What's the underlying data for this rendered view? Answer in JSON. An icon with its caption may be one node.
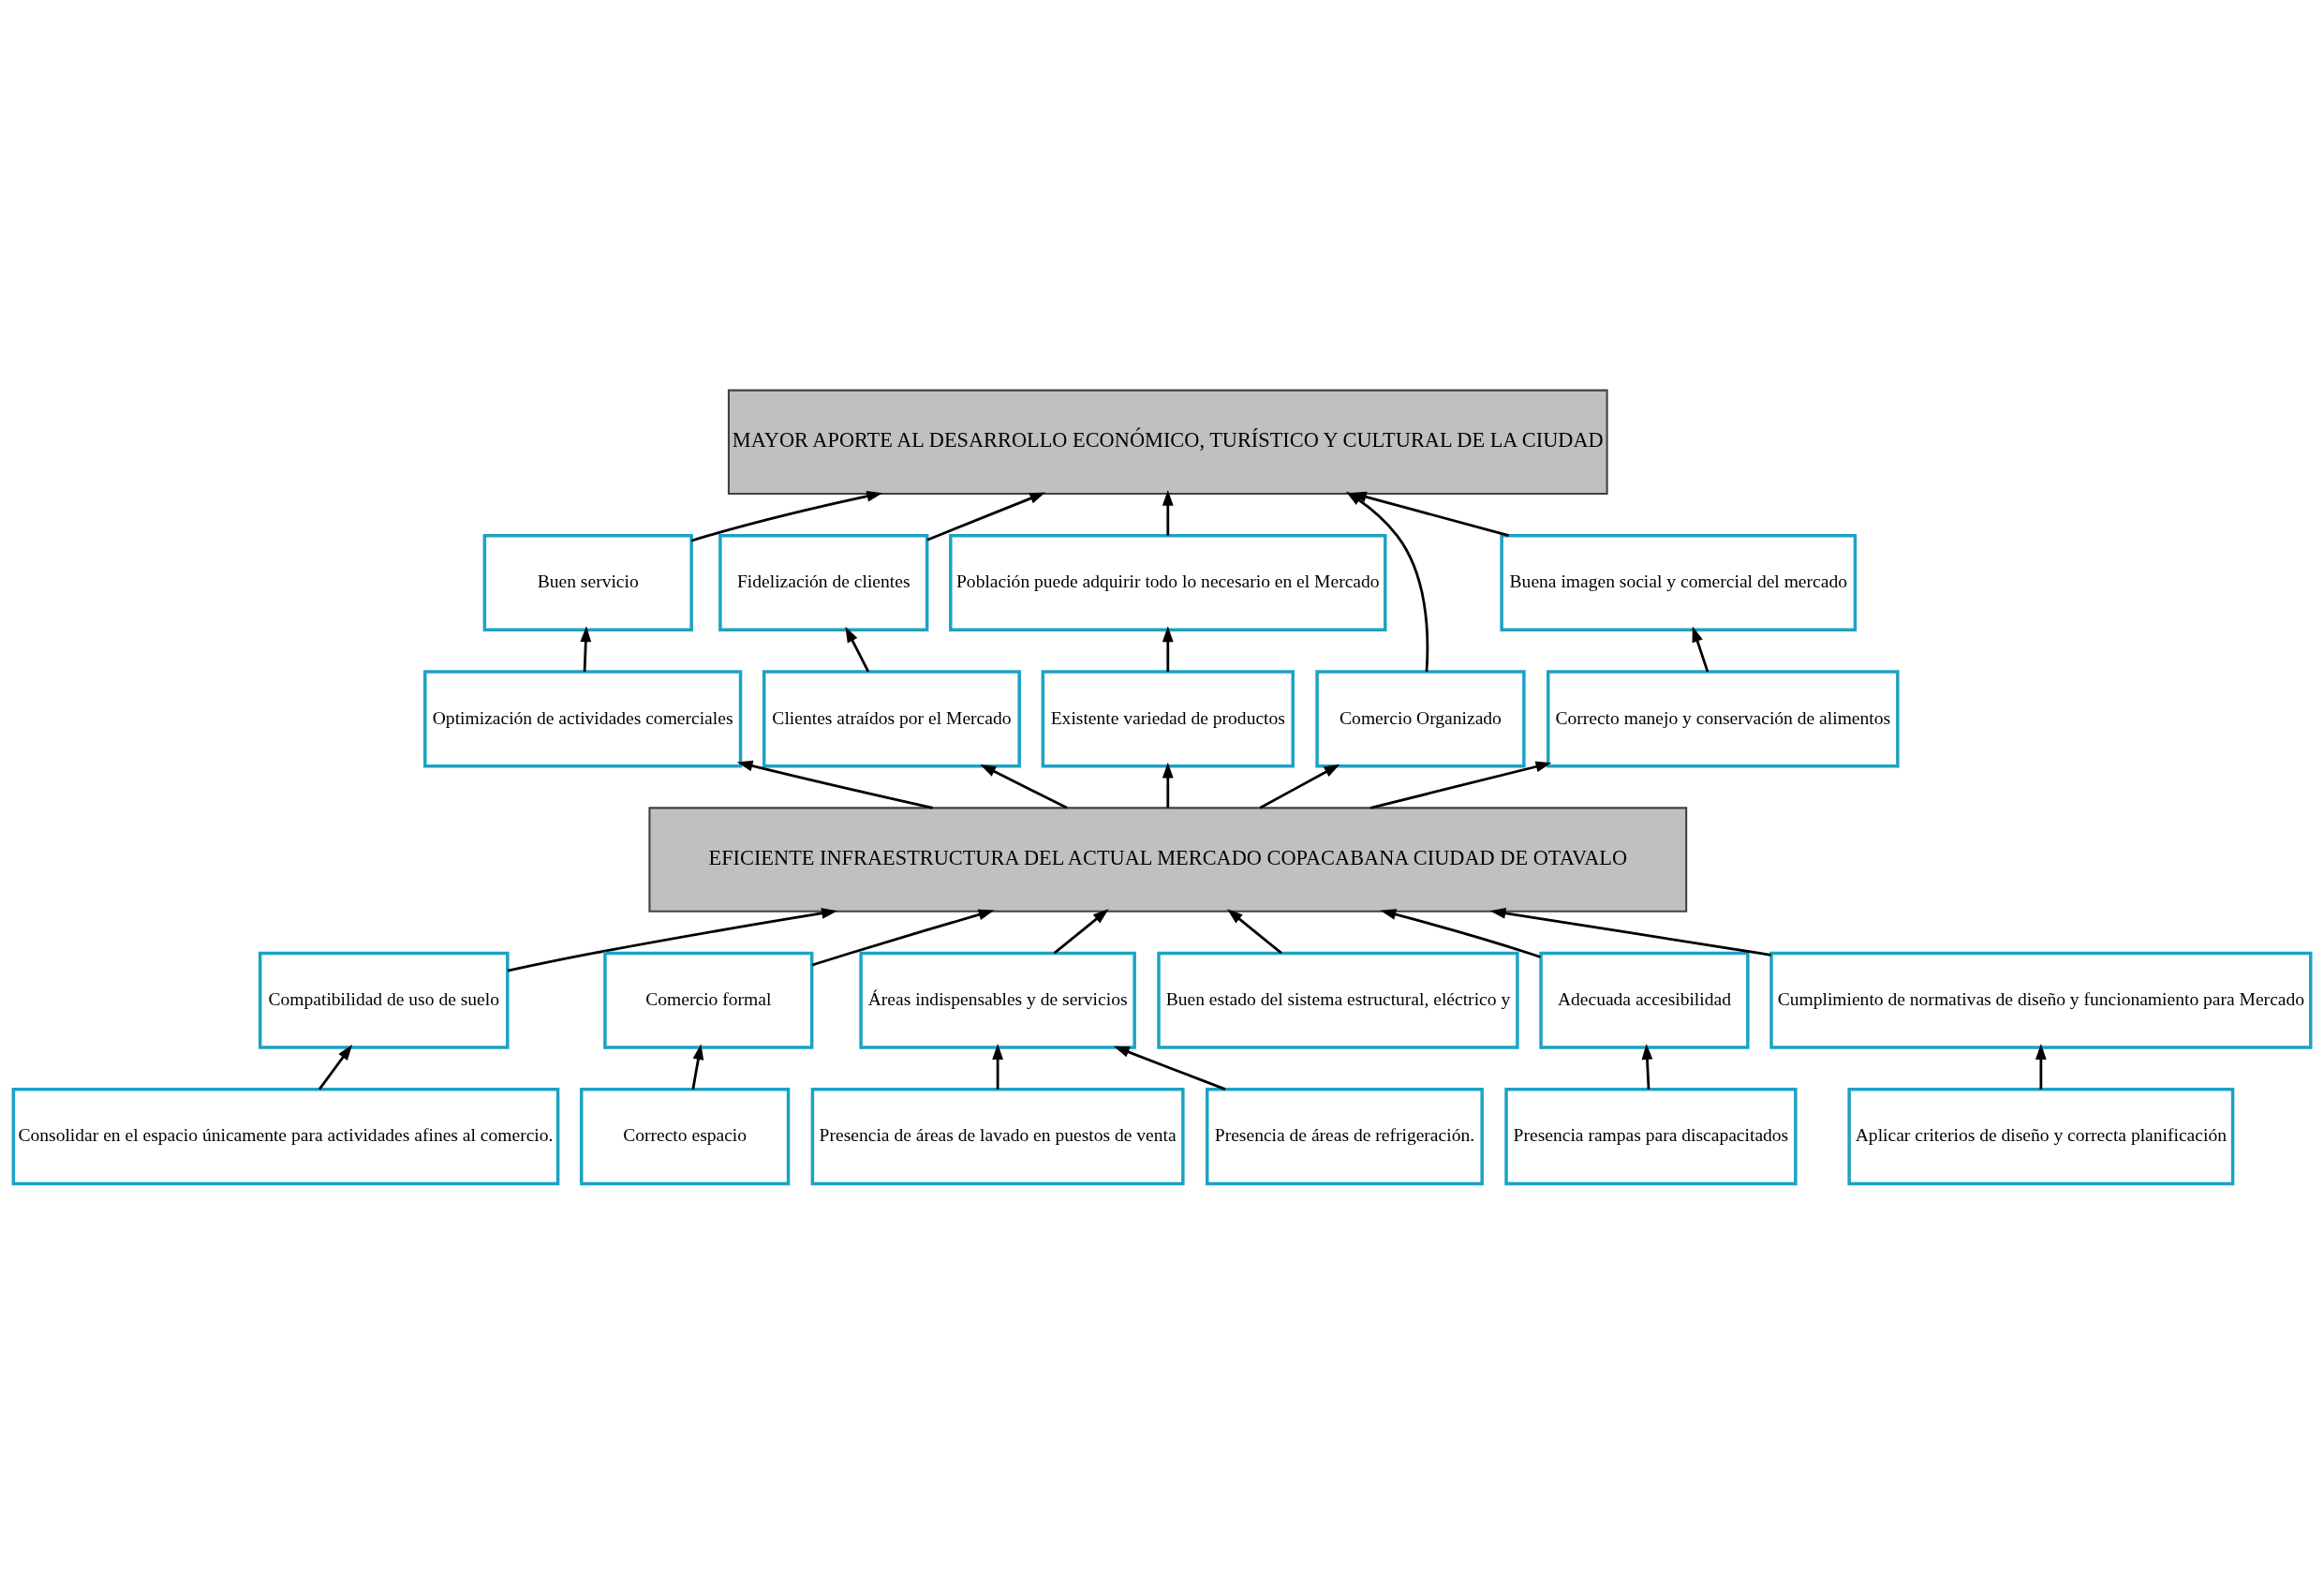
{
  "diagram": {
    "nodes": [
      {
        "text": [
          "MAYOR APORTE AL DESARROLLO ECONÓMICO, TURÍSTICO Y CULTURAL DE LA CIUDAD"
        ]
      },
      {
        "text": [
          "Buen servicio"
        ]
      },
      {
        "text": [
          "Fidelización de clientes"
        ]
      },
      {
        "text": [
          "Población puede adquirir todo lo necesario en el Mercado"
        ]
      },
      {
        "text": [
          "Buena imagen social y comercial del mercado"
        ]
      },
      {
        "text": [
          "Optimización de actividades comerciales"
        ]
      },
      {
        "text": [
          "Clientes atraídos por el Mercado"
        ]
      },
      {
        "text": [
          "Existente variedad de productos"
        ]
      },
      {
        "text": [
          "Comercio Organizado"
        ]
      },
      {
        "text": [
          "Correcto manejo y conservación de alimentos"
        ]
      },
      {
        "text": [
          "EFICIENTE INFRAESTRUCTURA DEL ACTUAL MERCADO COPACABANA CIUDAD DE OTAVALO"
        ]
      },
      {
        "text": [
          "Compatibilidad de uso de suelo"
        ]
      },
      {
        "text": [
          "Comercio formal"
        ]
      },
      {
        "text": [
          "Áreas indispensables y de servicios"
        ]
      },
      {
        "text": [
          "Buen estado del sistema estructural, eléctrico y"
        ]
      },
      {
        "text": [
          "Adecuada accesibilidad"
        ]
      },
      {
        "text": [
          "Cumplimiento de normativas de diseño y funcionamiento para Mercado"
        ]
      },
      {
        "text": [
          "Consolidar en el espacio únicamente para actividades afines al comercio."
        ]
      },
      {
        "text": [
          "Correcto espacio"
        ]
      },
      {
        "text": [
          "Presencia de áreas de lavado en puestos de venta"
        ]
      },
      {
        "text": [
          "Presencia de áreas de refrigeración."
        ]
      },
      {
        "text": [
          "Presencia rampas para discapacitados"
        ]
      },
      {
        "text": [
          "Aplicar criterios de diseño y correcta planificación"
        ]
      }
    ],
    "edges": [
      {
        "from": 1,
        "to": 0,
        "arrow": "to"
      },
      {
        "from": 2,
        "to": 0,
        "arrow": "to"
      },
      {
        "from": 3,
        "to": 0,
        "arrow": "to"
      },
      {
        "from": 8,
        "to": 0,
        "arrow": "to"
      },
      {
        "from": 4,
        "to": 0,
        "arrow": "to"
      },
      {
        "from": 5,
        "to": 1,
        "arrow": "to"
      },
      {
        "from": 6,
        "to": 2,
        "arrow": "to"
      },
      {
        "from": 7,
        "to": 3,
        "arrow": "to"
      },
      {
        "from": 9,
        "to": 4,
        "arrow": "to"
      },
      {
        "from": 10,
        "to": 5,
        "arrow": "to"
      },
      {
        "from": 10,
        "to": 6,
        "arrow": "to"
      },
      {
        "from": 10,
        "to": 7,
        "arrow": "to"
      },
      {
        "from": 10,
        "to": 8,
        "arrow": "to"
      },
      {
        "from": 10,
        "to": 9,
        "arrow": "to"
      },
      {
        "from": 11,
        "to": 10,
        "arrow": "to"
      },
      {
        "from": 12,
        "to": 10,
        "arrow": "to"
      },
      {
        "from": 13,
        "to": 10,
        "arrow": "to"
      },
      {
        "from": 14,
        "to": 10,
        "arrow": "to"
      },
      {
        "from": 15,
        "to": 10,
        "arrow": "to"
      },
      {
        "from": 16,
        "to": 10,
        "arrow": "to"
      },
      {
        "from": 17,
        "to": 11,
        "arrow": "to"
      },
      {
        "from": 18,
        "to": 12,
        "arrow": "to"
      },
      {
        "from": 19,
        "to": 13,
        "arrow": "to"
      },
      {
        "from": 20,
        "to": 13,
        "arrow": "to"
      },
      {
        "from": 21,
        "to": 15,
        "arrow": "to"
      },
      {
        "from": 22,
        "to": 16,
        "arrow": "to"
      }
    ]
  }
}
